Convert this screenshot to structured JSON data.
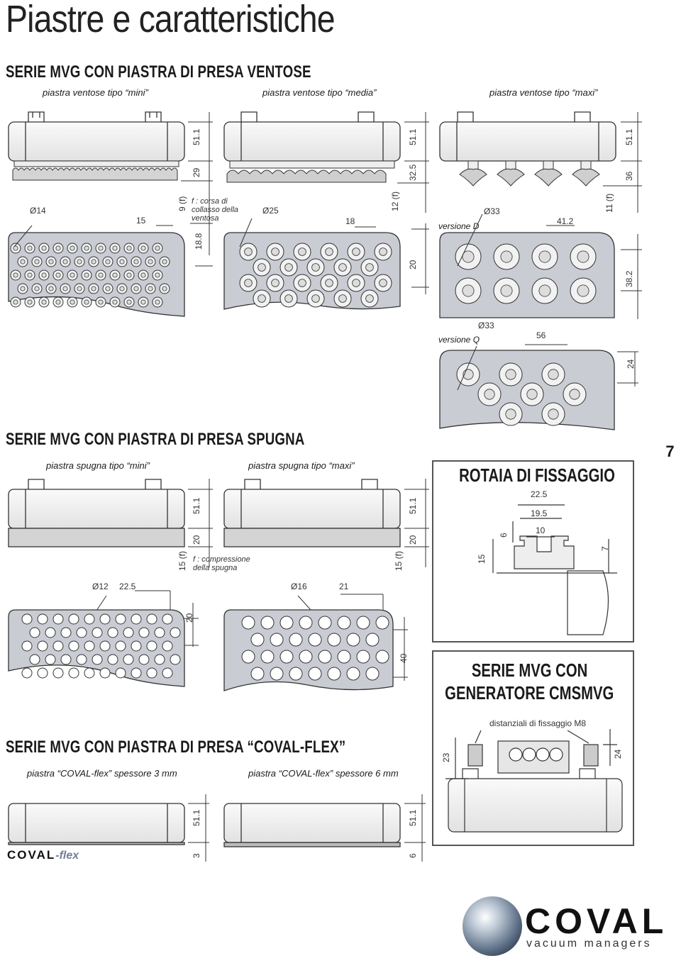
{
  "title": "Piastre e caratteristiche",
  "tab": "7",
  "sections": {
    "ventose": {
      "heading": "SERIE MVG CON PIASTRA DI PRESA VENTOSE",
      "mini": {
        "label": "piastra ventose tipo “mini”",
        "h": "51.1",
        "cup_h": "29",
        "f": "9 (f)",
        "dia": "Ø14",
        "pitch": "15",
        "row": "18.8",
        "note": "f : corsa di collasso della ventosa"
      },
      "media": {
        "label": "piastra ventose tipo “media”",
        "h": "51.1",
        "cup_h": "32.5",
        "f": "12 (f)",
        "dia": "Ø25",
        "pitch": "18",
        "row": "20"
      },
      "maxi": {
        "label": "piastra ventose tipo “maxi”",
        "h": "51.1",
        "cup_h": "36",
        "f": "11 (f)",
        "dia": "Ø33",
        "pitch": "41.2",
        "row": "38.2",
        "version": "versione D"
      },
      "maxi_q": {
        "version": "versione Q",
        "dia": "Ø33",
        "pitch": "56",
        "row": "24"
      }
    },
    "spugna": {
      "heading": "SERIE MVG CON PIASTRA DI PRESA SPUGNA",
      "mini": {
        "label": "piastra spugna tipo “mini”",
        "h": "51.1",
        "sp": "20",
        "f": "15 (f)",
        "dia": "Ø12",
        "pitch": "22.5",
        "row": "20",
        "note": "f : compressione della spugna"
      },
      "maxi": {
        "label": "piastra spugna tipo “maxi”",
        "h": "51.1",
        "sp": "20",
        "f": "15 (f)",
        "dia": "Ø16",
        "pitch": "21",
        "row": "40"
      }
    },
    "rotaia": {
      "heading": "ROTAIA DI FISSAGGIO",
      "d1": "22.5",
      "d2": "19.5",
      "d3": "10",
      "d4": "6",
      "d5": "15",
      "d6": "7"
    },
    "generatore": {
      "heading_1": "SERIE MVG CON",
      "heading_2": "GENERATORE CMSMVG",
      "spacers": "distanziali di fissaggio M8",
      "d1": "23",
      "d2": "24"
    },
    "flex": {
      "heading": "SERIE MVG CON PIASTRA DI PRESA “COVAL-FLEX”",
      "p3": {
        "label": "piastra “COVAL-flex” spessore 3 mm",
        "h": "51.1",
        "t": "3"
      },
      "p6": {
        "label": "piastra “COVAL-flex” spessore 6 mm",
        "h": "51.1",
        "t": "6"
      }
    }
  },
  "brand": {
    "flex_logo_1": "COVAL",
    "flex_logo_2": "-flex",
    "name": "COVAL",
    "tagline": "vacuum managers"
  },
  "colors": {
    "plate": "#c9ccd3",
    "metal": "#e6e6e6",
    "outline": "#333333"
  }
}
